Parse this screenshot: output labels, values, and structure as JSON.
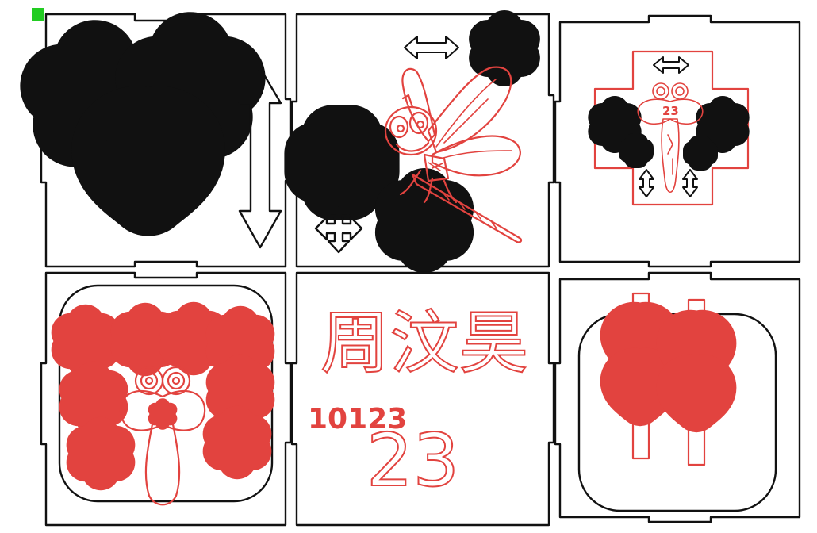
{
  "colors": {
    "cut_line": "#111111",
    "engrave_line": "#e2433f",
    "origin_marker": "#22cc22"
  },
  "panels": [
    {
      "id": "p1",
      "icons": [
        "star-icon",
        "star-icon",
        "heart-icon",
        "double-arrow-vertical-icon"
      ]
    },
    {
      "id": "p2",
      "icons": [
        "double-arrow-horizontal-icon",
        "star-icon",
        "dragonfly-icon",
        "cross-icon",
        "four-way-arrow-icon"
      ]
    },
    {
      "id": "p3",
      "icons": [
        "double-arrow-horizontal-icon",
        "dragonfly-icon",
        "star-icon",
        "star-icon",
        "cross-icon",
        "cross-icon",
        "double-arrow-vertical-icon",
        "double-arrow-vertical-icon"
      ],
      "label": "23"
    },
    {
      "id": "p4",
      "icons": [
        "star-icon",
        "dragonfly-icon"
      ]
    },
    {
      "id": "p5",
      "name_text": "周汶昊",
      "code_text": "10123",
      "number_text": "23"
    },
    {
      "id": "p6",
      "icons": [
        "heart-icon",
        "heart-icon",
        "heart-icon",
        "heart-icon"
      ]
    }
  ]
}
